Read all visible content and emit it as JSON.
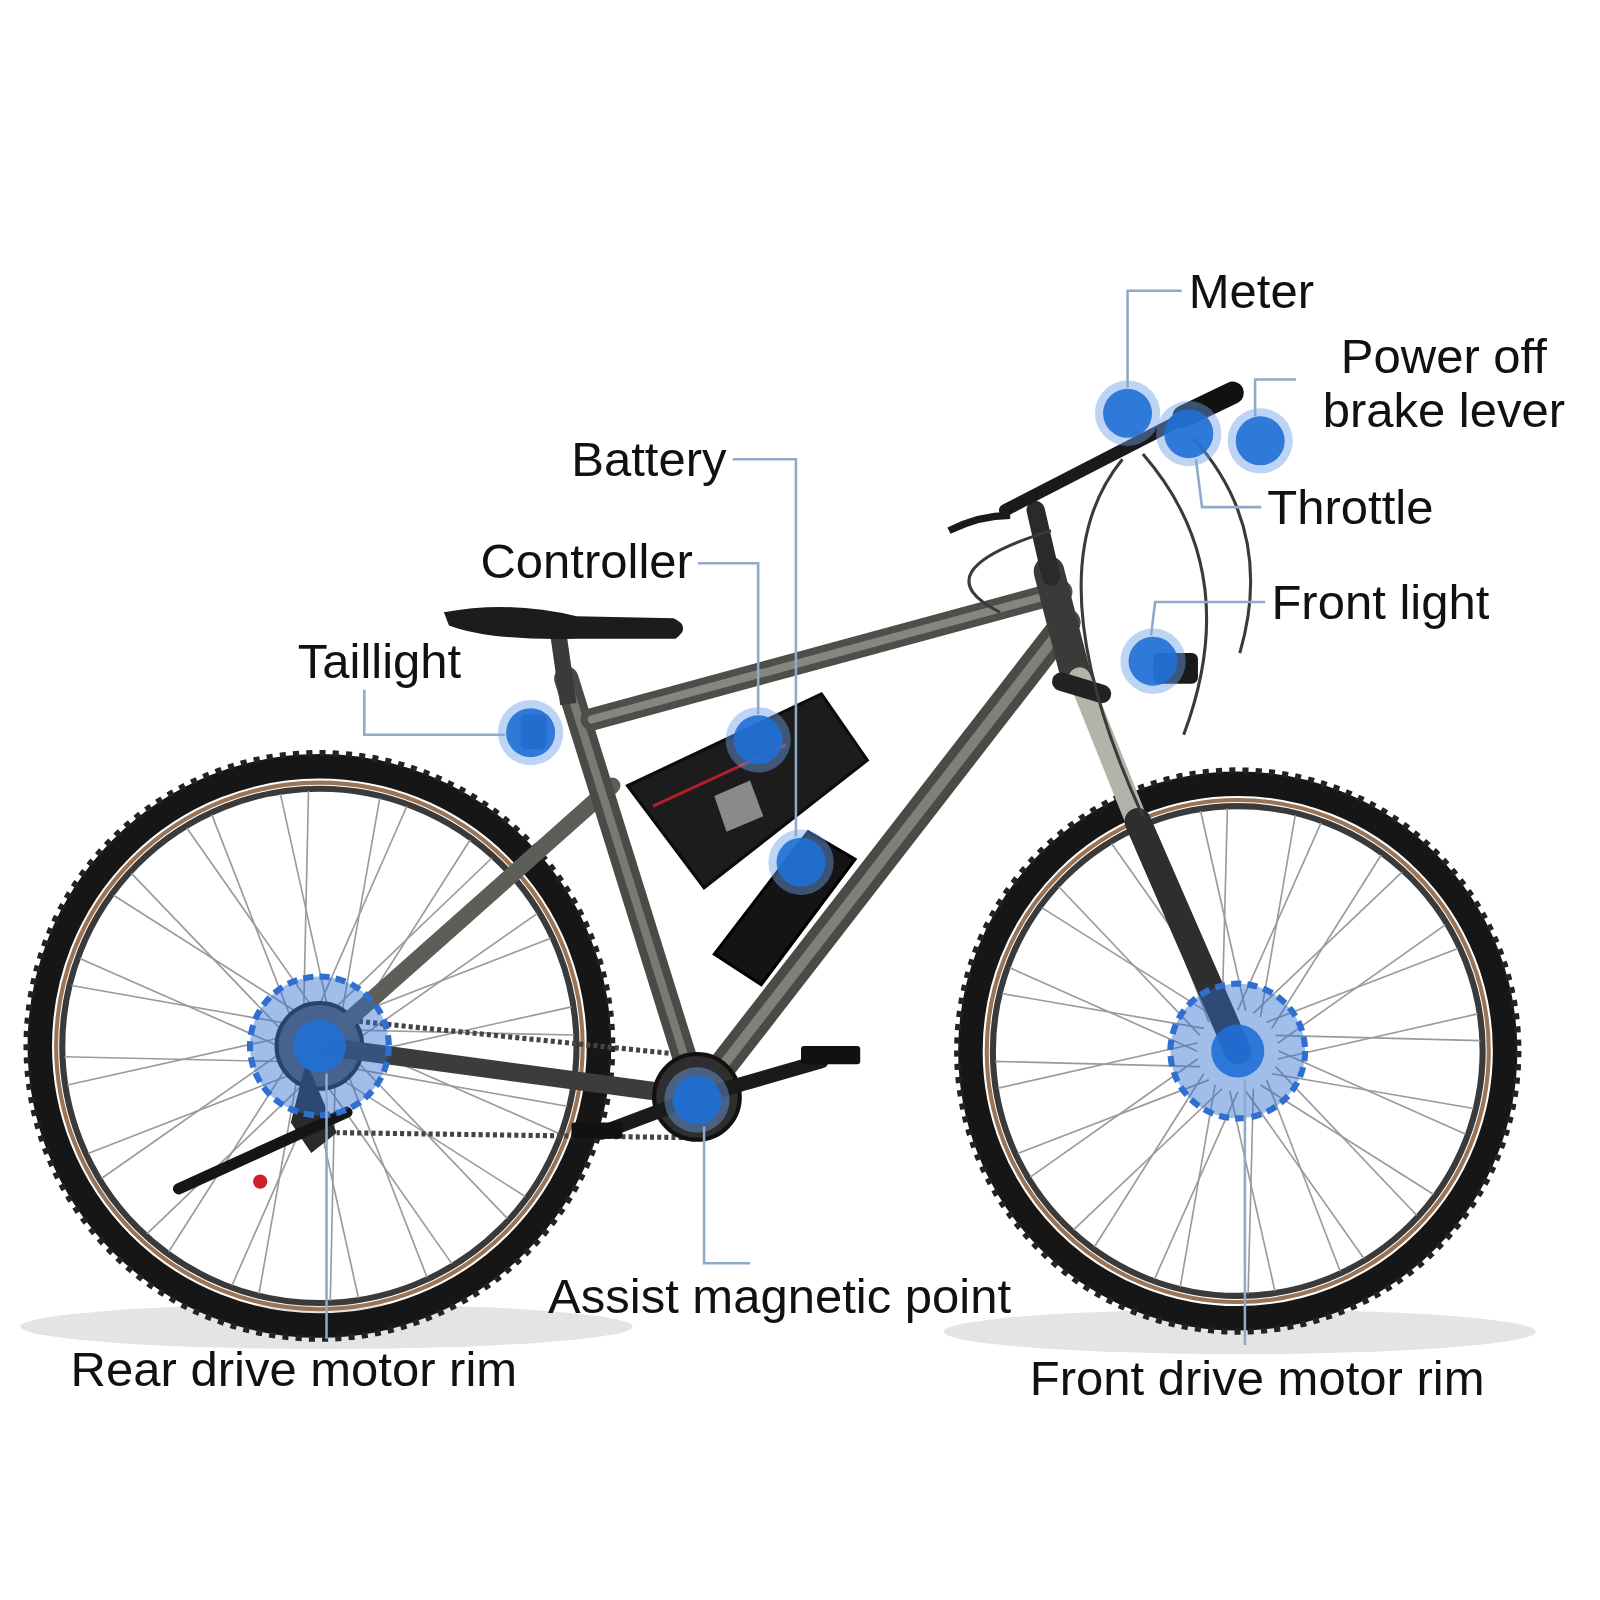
{
  "diagram": {
    "labels": [
      "Meter",
      "Power off brake lever",
      "Battery",
      "Throttle",
      "Controller",
      "Front light",
      "Taillight",
      "Assist magnetic point",
      "Rear drive motor rim",
      "Front drive motor rim"
    ]
  }
}
